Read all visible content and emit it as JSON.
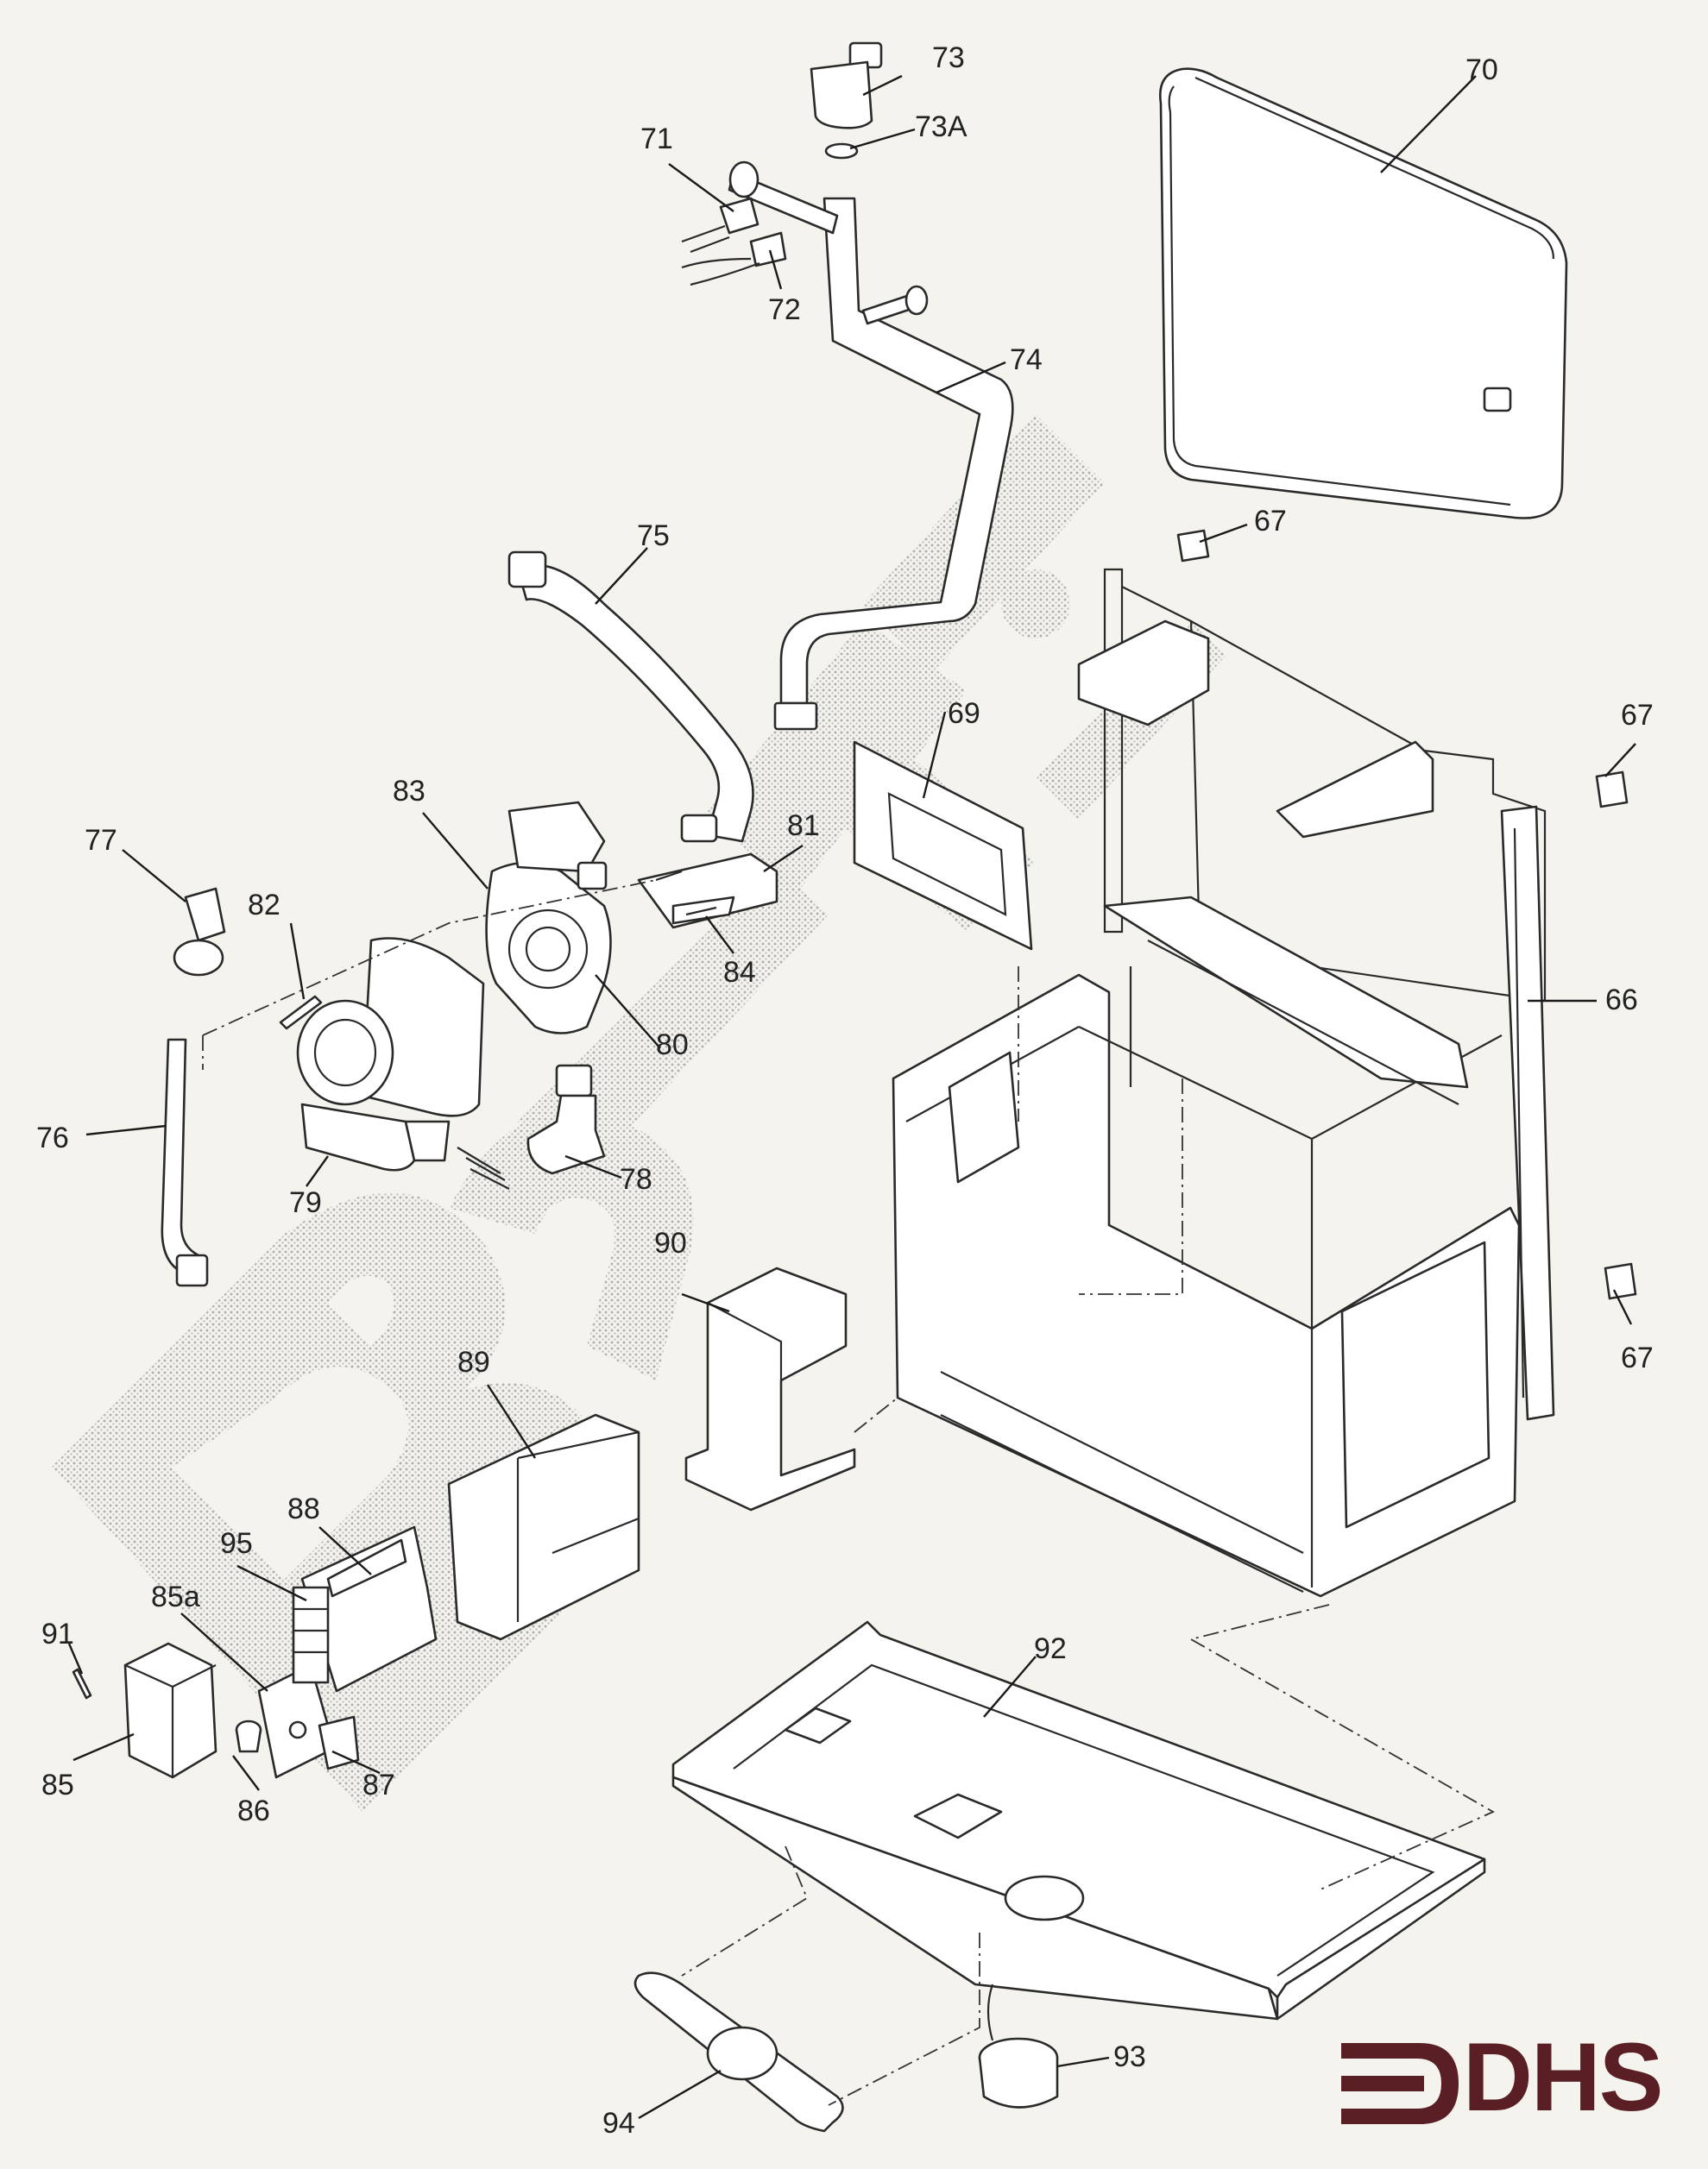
{
  "watermark": "Baxi",
  "brand": {
    "logo_text": "DHS",
    "logo_color": "#5a1f24"
  },
  "labels": {
    "p66": "66",
    "p67a": "67",
    "p67b": "67",
    "p67c": "67",
    "p69": "69",
    "p70": "70",
    "p71": "71",
    "p72": "72",
    "p73": "73",
    "p73A": "73A",
    "p74": "74",
    "p75": "75",
    "p76": "76",
    "p77": "77",
    "p78": "78",
    "p79": "79",
    "p80": "80",
    "p81": "81",
    "p82": "82",
    "p83": "83",
    "p84": "84",
    "p85": "85",
    "p85a": "85a",
    "p86": "86",
    "p87": "87",
    "p88": "88",
    "p89": "89",
    "p90": "90",
    "p91": "91",
    "p92": "92",
    "p93": "93",
    "p94": "94",
    "p95": "95"
  }
}
